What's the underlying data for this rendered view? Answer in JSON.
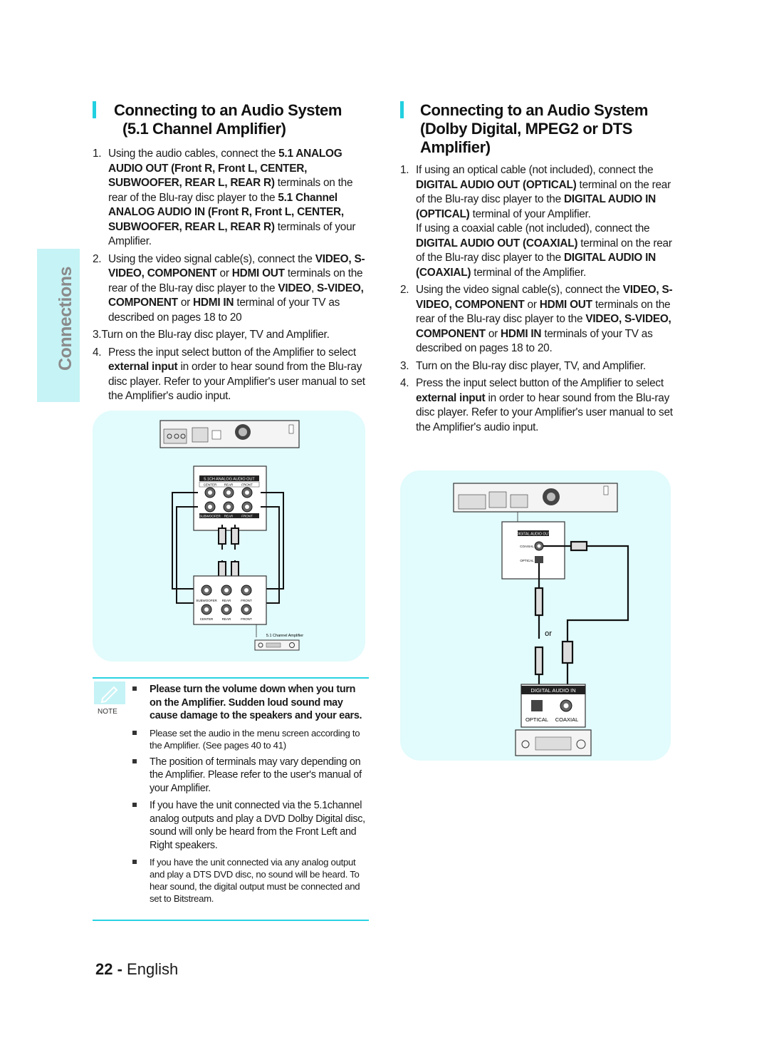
{
  "sidebar": {
    "label": "Connections"
  },
  "left_section": {
    "title_line1": "Connecting to an Audio System",
    "title_line2": "(5.1 Channel Amplifier)",
    "steps": [
      {
        "num": "1.",
        "parts": [
          {
            "t": "Using the audio cables, connect the ",
            "b": false
          },
          {
            "t": "5.1 ANALOG AUDIO OUT (Front R, Front L, CENTER, SUBWOOFER, REAR L, REAR R)",
            "b": true
          },
          {
            "t": " terminals on the rear of the Blu-ray disc player to the ",
            "b": false
          },
          {
            "t": "5.1 Channel ANALOG AUDIO IN (Front R, Front L, CENTER, SUBWOOFER, REAR L, REAR R)",
            "b": true
          },
          {
            "t": " terminals of your Amplifier.",
            "b": false
          }
        ]
      },
      {
        "num": "2.",
        "parts": [
          {
            "t": "Using the video signal cable(s), connect the ",
            "b": false
          },
          {
            "t": "VIDEO, S-VIDEO, COMPONENT",
            "b": true
          },
          {
            "t": " or ",
            "b": false
          },
          {
            "t": "HDMI OUT",
            "b": true
          },
          {
            "t": " terminals on the rear of the Blu-ray disc player to the ",
            "b": false
          },
          {
            "t": "VIDEO",
            "b": true
          },
          {
            "t": ", ",
            "b": false
          },
          {
            "t": "S-VIDEO, COMPONENT",
            "b": true
          },
          {
            "t": " or ",
            "b": false
          },
          {
            "t": "HDMI IN",
            "b": true
          },
          {
            "t": " terminal of your TV as described on pages 18 to 20",
            "b": false
          }
        ]
      },
      {
        "num": "",
        "parts": [
          {
            "t": "3.Turn on the Blu-ray disc player, TV and Amplifier.",
            "b": false
          }
        ]
      },
      {
        "num": "4.",
        "parts": [
          {
            "t": "Press the input select button of the Amplifier to select ",
            "b": false
          },
          {
            "t": "external input",
            "b": true
          },
          {
            "t": " in order to hear sound from the Blu-ray disc player. Refer to your Amplifier's user manual to set the Amplifier's audio input.",
            "b": false
          }
        ]
      }
    ],
    "diagram": {
      "player_jack_title": "5.1CH ANALOG AUDIO OUT",
      "jack_labels_top": [
        "CENTER",
        "REAR",
        "FRONT"
      ],
      "jack_labels_bottom": [
        "SUBWOOFER",
        "REAR",
        "FRONT"
      ],
      "amp_labels_top": [
        "SUBWOOFER",
        "REAR",
        "FRONT"
      ],
      "amp_labels_bottom": [
        "CENTER",
        "REAR",
        "FRONT"
      ],
      "amp_name": "5.1 Channel Amplifier"
    }
  },
  "right_section": {
    "title_line1": "Connecting to an Audio System",
    "title_line2": "(Dolby Digital, MPEG2 or DTS",
    "title_line3": "Amplifier)",
    "steps": [
      {
        "num": "1.",
        "parts": [
          {
            "t": "If using an optical cable (not included), connect the ",
            "b": false
          },
          {
            "t": "DIGITAL AUDIO OUT (OPTICAL)",
            "b": true
          },
          {
            "t": " terminal on the rear of the Blu-ray disc player to the ",
            "b": false
          },
          {
            "t": "DIGITAL AUDIO IN (OPTICAL)",
            "b": true
          },
          {
            "t": " terminal of your Amplifier.",
            "b": false
          }
        ],
        "extra": [
          {
            "t": "If using a coaxial cable (not included), connect the ",
            "b": false
          },
          {
            "t": "DIGITAL AUDIO OUT (COAXIAL)",
            "b": true
          },
          {
            "t": " terminal on the rear of the Blu-ray disc player to the ",
            "b": false
          },
          {
            "t": "DIGITAL AUDIO IN (COAXIAL)",
            "b": true
          },
          {
            "t": " terminal of the Amplifier.",
            "b": false
          }
        ]
      },
      {
        "num": "2.",
        "parts": [
          {
            "t": "Using the video signal cable(s), connect the ",
            "b": false
          },
          {
            "t": "VIDEO, S-VIDEO, COMPONENT",
            "b": true
          },
          {
            "t": " or ",
            "b": false
          },
          {
            "t": "HDMI OUT",
            "b": true
          },
          {
            "t": " terminals on the rear of the Blu-ray disc player to the ",
            "b": false
          },
          {
            "t": "VIDEO, S-VIDEO, COMPONENT",
            "b": true
          },
          {
            "t": " or ",
            "b": false
          },
          {
            "t": "HDMI IN",
            "b": true
          },
          {
            "t": " terminals of your TV as described on pages 18 to 20.",
            "b": false
          }
        ]
      },
      {
        "num": "3.",
        "parts": [
          {
            "t": "Turn on the Blu-ray disc player, TV, and Amplifier.",
            "b": false
          }
        ]
      },
      {
        "num": "4.",
        "parts": [
          {
            "t": "Press the input select button of the Amplifier to select ",
            "b": false
          },
          {
            "t": "external input",
            "b": true
          },
          {
            "t": " in order to hear sound from the Blu-ray disc player. Refer to your Amplifier's user manual to set the Amplifier's audio input.",
            "b": false
          }
        ]
      }
    ],
    "diagram": {
      "out_title": "DIGITAL AUDIO OUT",
      "coaxial_small": "COAXIAL",
      "optical_small": "OPTICAL",
      "or_label": "or",
      "in_title": "DIGITAL AUDIO IN",
      "optical": "OPTICAL",
      "coaxial": "COAXIAL"
    }
  },
  "note": {
    "label": "NOTE",
    "items": [
      {
        "text": "Please turn the volume down when you turn on the Amplifier. Sudden loud sound may cause  damage to the speakers and your ears.",
        "style": "bold"
      },
      {
        "text": "Please set the audio in the menu screen according to the Amplifier. (See pages 40 to 41)",
        "style": "small"
      },
      {
        "text": "The position of terminals may vary depending on the Amplifier. Please refer to the user's manual of your Amplifier.",
        "style": "normal"
      },
      {
        "text": "If you have the unit connected via the 5.1channel analog outputs and play a DVD Dolby Digital disc, sound will only be heard from the Front Left and Right speakers.",
        "style": "normal"
      },
      {
        "text": "If you have the unit connected via any analog output and play a DTS DVD disc, no sound will be heard. To hear sound, the digital output must be connected and set to Bitstream.",
        "style": "small"
      }
    ]
  },
  "footer": {
    "page": "22 -",
    "language": "English"
  },
  "colors": {
    "accent": "#22d0e0",
    "panel": "#e2fbfc",
    "tab": "#c6f3f6"
  }
}
